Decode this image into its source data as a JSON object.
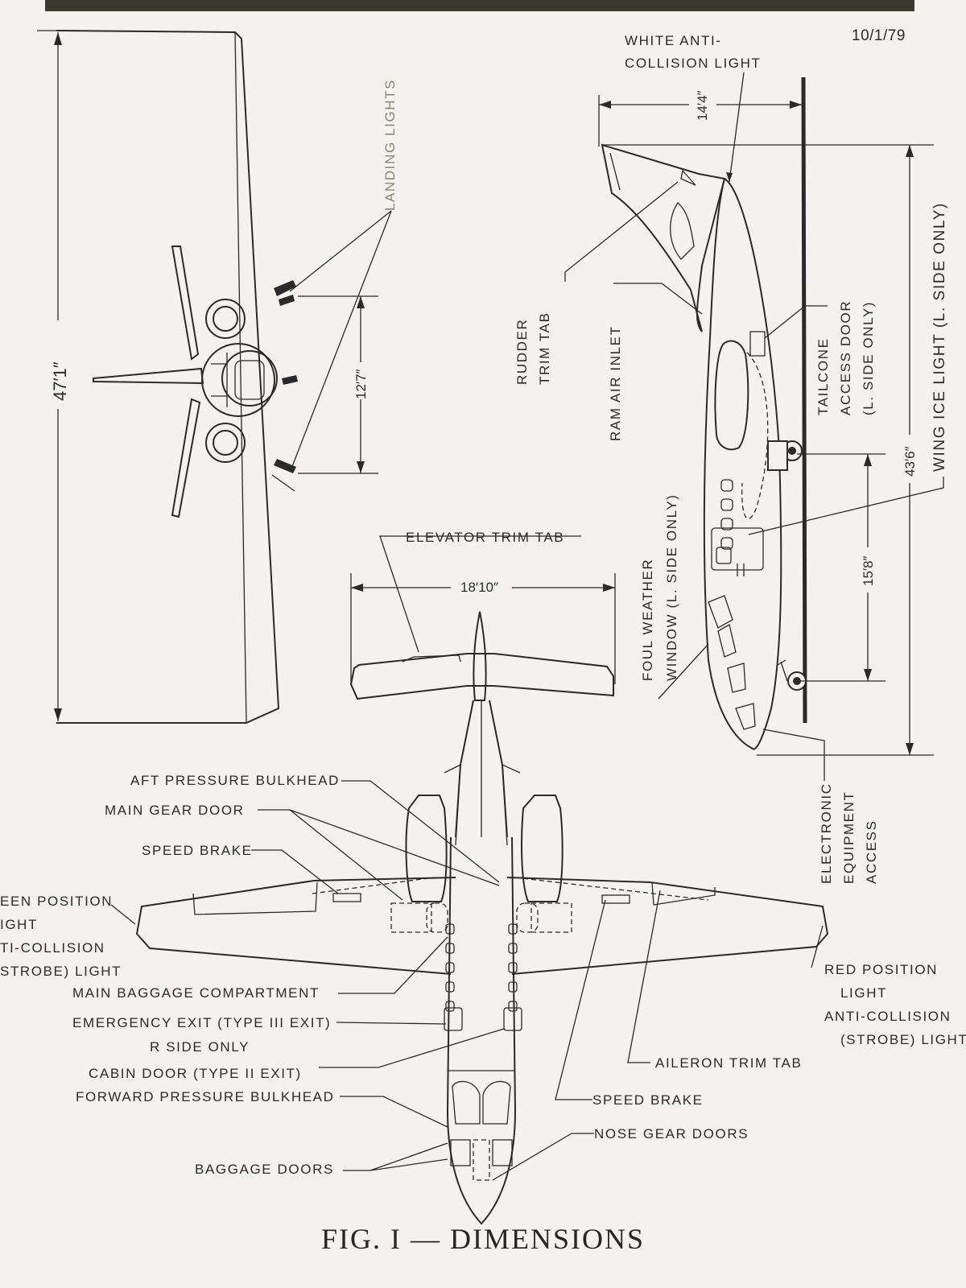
{
  "header": {
    "date": "10/1/79"
  },
  "caption": "FIG. I — DIMENSIONS",
  "dimensions": {
    "wingspan": "47′1″",
    "landing_light_spacing": "12′7″",
    "tail_height": "14′4″",
    "overall_length": "43′6″",
    "wheelbase": "15′8″",
    "stabilizer_span": "18′10″"
  },
  "labels": {
    "landing_lights": "LANDING LIGHTS",
    "white_anti_collision_1": "WHITE ANTI-",
    "white_anti_collision_2": "COLLISION LIGHT",
    "rudder_trim_tab_1": "RUDDER",
    "rudder_trim_tab_2": "TRIM TAB",
    "ram_air_inlet": "RAM AIR INLET",
    "tailcone_1": "TAILCONE",
    "tailcone_2": "ACCESS DOOR",
    "tailcone_3": "(L. SIDE ONLY)",
    "wing_ice_light": "WING ICE LIGHT (L. SIDE ONLY)",
    "foul_weather_1": "FOUL WEATHER",
    "foul_weather_2": "WINDOW (L. SIDE ONLY)",
    "elevator_trim_tab": "ELEVATOR TRIM TAB",
    "aft_pressure_bulkhead": "AFT PRESSURE BULKHEAD",
    "main_gear_door": "MAIN GEAR DOOR",
    "speed_brake_left": "SPEED BRAKE",
    "green_1": "EEN POSITION",
    "green_2": "IGHT",
    "green_3": "TI-COLLISION",
    "green_4": "STROBE) LIGHT",
    "main_baggage": "MAIN BAGGAGE COMPARTMENT",
    "emergency_exit": "EMERGENCY EXIT (TYPE III EXIT)",
    "r_side_only": "R  SIDE ONLY",
    "cabin_door": "CABIN DOOR (TYPE II EXIT)",
    "forward_bulkhead": "FORWARD PRESSURE BULKHEAD",
    "baggage_doors": "BAGGAGE DOORS",
    "electronic_1": "ELECTRONIC",
    "electronic_2": "EQUIPMENT",
    "electronic_3": "ACCESS",
    "red_1": "RED POSITION",
    "red_2": "LIGHT",
    "red_3": "ANTI-COLLISION",
    "red_4": "(STROBE) LIGHT",
    "aileron_trim_tab": "AILERON TRIM TAB",
    "speed_brake_right": "SPEED BRAKE",
    "nose_gear_doors": "NOSE GEAR DOORS"
  }
}
